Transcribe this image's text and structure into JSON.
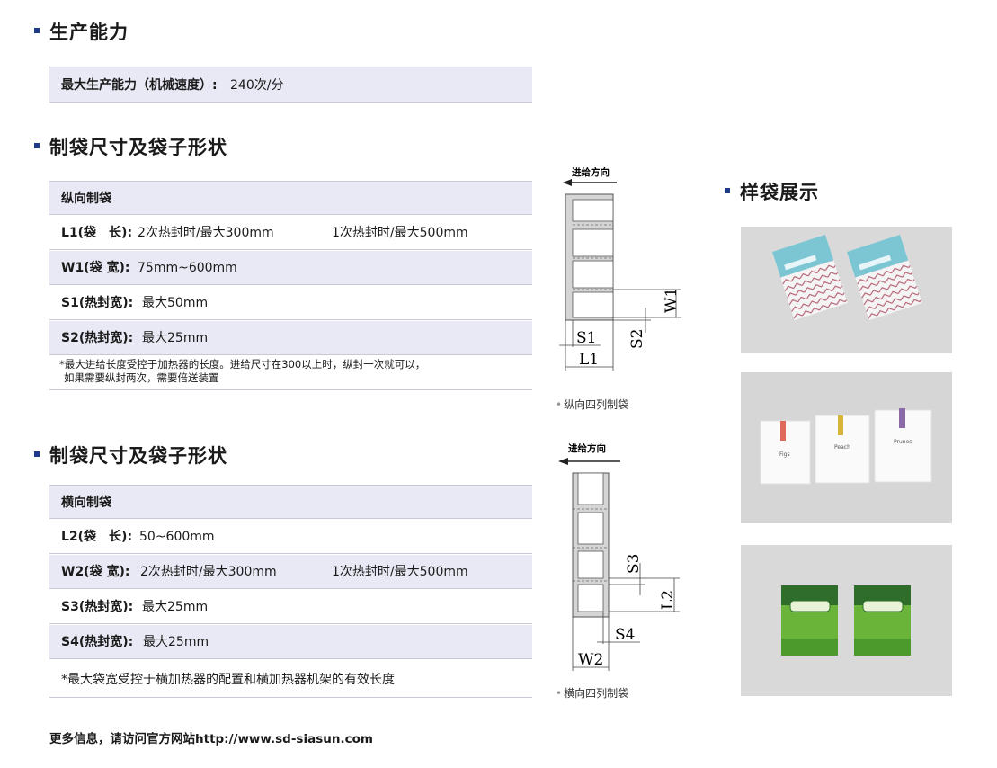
{
  "section_capacity": {
    "title": "生产能力",
    "row_label": "最大生产能力（机械速度）:",
    "row_value": "240次/分"
  },
  "section_longitudinal": {
    "title": "制袋尺寸及袋子形状",
    "header": "纵向制袋",
    "rows": [
      {
        "key": "L1(袋　长):",
        "value": "2次热封时/最大300mm",
        "value2": "1次热封时/最大500mm"
      },
      {
        "key": "W1(袋 宽):",
        "value": "75mm~600mm"
      },
      {
        "key": "S1(热封宽):",
        "value": "最大50mm"
      },
      {
        "key": "S2(热封宽):",
        "value": "最大25mm"
      }
    ],
    "note_line1": "*最大进给长度受控于加热器的长度。进给尺寸在300以上时，纵封一次就可以，",
    "note_line2": "如果需要纵封两次，需要倍送装置",
    "diagram": {
      "direction_label": "进给方向",
      "w1": "W1",
      "s1": "S1",
      "s2": "S2",
      "l1": "L1",
      "caption": "纵向四列制袋"
    }
  },
  "section_transverse": {
    "title": "制袋尺寸及袋子形状",
    "header": "横向制袋",
    "rows": [
      {
        "key": "L2(袋　长):",
        "value": "50~600mm"
      },
      {
        "key": "W2(袋 宽):",
        "value": "2次热封时/最大300mm",
        "value2": "1次热封时/最大500mm"
      },
      {
        "key": "S3(热封宽):",
        "value": "最大25mm"
      },
      {
        "key": "S4(热封宽):",
        "value": "最大25mm"
      }
    ],
    "note": "*最大袋宽受控于横加热器的配置和横加热器机架的有效长度",
    "diagram": {
      "direction_label": "进给方向",
      "s3": "S3",
      "l2": "L2",
      "s4": "S4",
      "w2": "W2",
      "caption": "横向四列制袋"
    }
  },
  "section_samples": {
    "title": "样袋展示",
    "photo2_labels": [
      "Figs",
      "Peach",
      "Prunes"
    ]
  },
  "footer": "更多信息，请访问官方网站http://www.sd-siasun.com",
  "colors": {
    "bullet": "#1f3a8a",
    "row_shade": "#e8e9f4",
    "photo1_teal": "#6fbfd0",
    "photo3_green": "#5ea832"
  }
}
